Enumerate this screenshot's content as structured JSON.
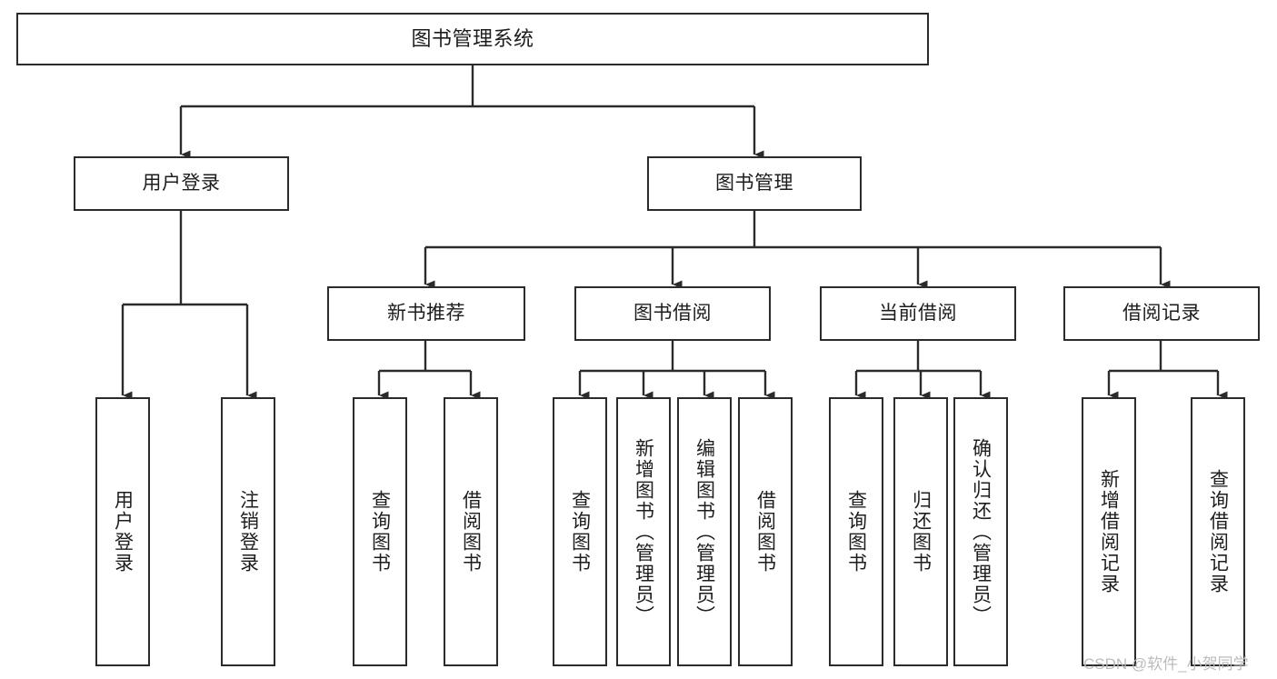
{
  "diagram": {
    "title": "图书管理系统",
    "type": "tree",
    "orientation": "top-down",
    "style": {
      "box_border_color": "#2b2b2b",
      "box_fill_color": "#ffffff",
      "edge_color": "#2b2b2b",
      "text_color": "#1d1d1d",
      "background": "#ffffff"
    },
    "levels": [
      {
        "level": 0,
        "nodes": [
          {
            "id": "root",
            "label": "图书管理系统",
            "orientation": "horizontal"
          }
        ]
      },
      {
        "level": 1,
        "nodes": [
          {
            "id": "login",
            "label": "用户登录",
            "orientation": "horizontal",
            "parent": "root"
          },
          {
            "id": "bookmgr",
            "label": "图书管理",
            "orientation": "horizontal",
            "parent": "root"
          }
        ]
      },
      {
        "level": 2,
        "nodes": [
          {
            "id": "newbook",
            "label": "新书推荐",
            "orientation": "horizontal",
            "parent": "bookmgr"
          },
          {
            "id": "borrow",
            "label": "图书借阅",
            "orientation": "horizontal",
            "parent": "bookmgr"
          },
          {
            "id": "current",
            "label": "当前借阅",
            "orientation": "horizontal",
            "parent": "bookmgr"
          },
          {
            "id": "records",
            "label": "借阅记录",
            "orientation": "horizontal",
            "parent": "bookmgr"
          }
        ]
      },
      {
        "level": 3,
        "nodes": [
          {
            "id": "leaf-user-login",
            "label": "用户登录",
            "orientation": "vertical",
            "parent": "login"
          },
          {
            "id": "leaf-user-logout",
            "label": "注销登录",
            "orientation": "vertical",
            "parent": "login"
          },
          {
            "id": "leaf-new-query",
            "label": "查询图书",
            "orientation": "vertical",
            "parent": "newbook"
          },
          {
            "id": "leaf-new-borrow",
            "label": "借阅图书",
            "orientation": "vertical",
            "parent": "newbook"
          },
          {
            "id": "leaf-borrow-query",
            "label": "查询图书",
            "orientation": "vertical",
            "parent": "borrow"
          },
          {
            "id": "leaf-borrow-add",
            "label": "新增图书（管理员）",
            "orientation": "vertical",
            "parent": "borrow"
          },
          {
            "id": "leaf-borrow-edit",
            "label": "编辑图书（管理员）",
            "orientation": "vertical",
            "parent": "borrow"
          },
          {
            "id": "leaf-borrow-lend",
            "label": "借阅图书",
            "orientation": "vertical",
            "parent": "borrow"
          },
          {
            "id": "leaf-current-query",
            "label": "查询图书",
            "orientation": "vertical",
            "parent": "current"
          },
          {
            "id": "leaf-current-return",
            "label": "归还图书",
            "orientation": "vertical",
            "parent": "current"
          },
          {
            "id": "leaf-current-confirm",
            "label": "确认归还（管理员）",
            "orientation": "vertical",
            "parent": "current"
          },
          {
            "id": "leaf-record-add",
            "label": "新增借阅记录",
            "orientation": "vertical",
            "parent": "records"
          },
          {
            "id": "leaf-record-query",
            "label": "查询借阅记录",
            "orientation": "vertical",
            "parent": "records"
          }
        ]
      }
    ]
  },
  "watermark": {
    "text": "CSDN @软件_小贺同学"
  }
}
